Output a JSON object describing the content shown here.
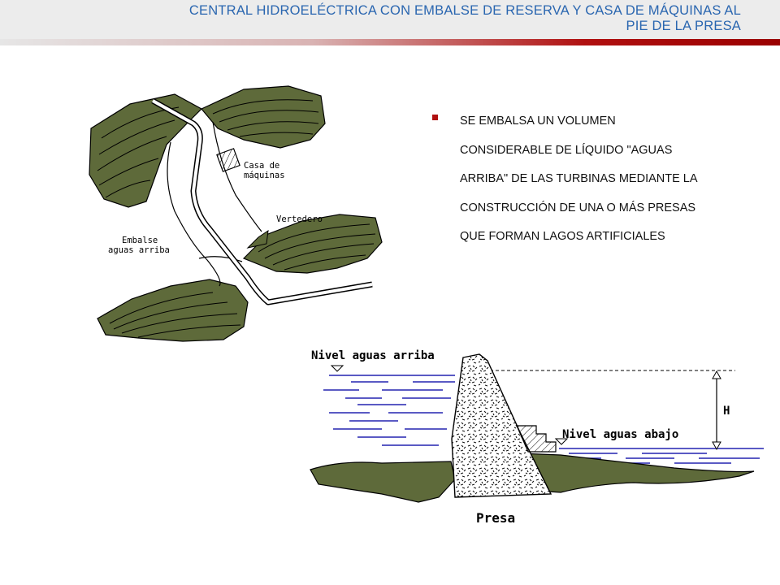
{
  "slide": {
    "title_line1": "CENTRAL HIDROELÉCTRICA CON EMBALSE DE RESERVA Y CASA DE MÁQUINAS AL",
    "title_line2": "PIE DE LA PRESA",
    "bullet_lines": [
      "SE EMBALSA UN VOLUMEN",
      "CONSIDERABLE DE LÍQUIDO \"AGUAS",
      "ARRIBA\" DE LAS TURBINAS MEDIANTE LA",
      "CONSTRUCCIÓN DE UNA O MÁS PRESAS",
      "QUE FORMAN LAGOS ARTIFICIALES"
    ]
  },
  "plan_diagram": {
    "label_powerhouse_1": "Casa de",
    "label_powerhouse_2": "máquinas",
    "label_spillway": "Vertedero",
    "label_reservoir_1": "Embalse",
    "label_reservoir_2": "aguas arriba"
  },
  "section_diagram": {
    "label_upstream": "Nivel aguas arriba",
    "label_downstream": "Nivel aguas abajo",
    "label_head": "H",
    "label_dam": "Presa"
  },
  "colors": {
    "title": "#2a66b0",
    "accent": "#b01010",
    "terrain": "#5e6a3a",
    "water_lines": "#2424b0"
  }
}
